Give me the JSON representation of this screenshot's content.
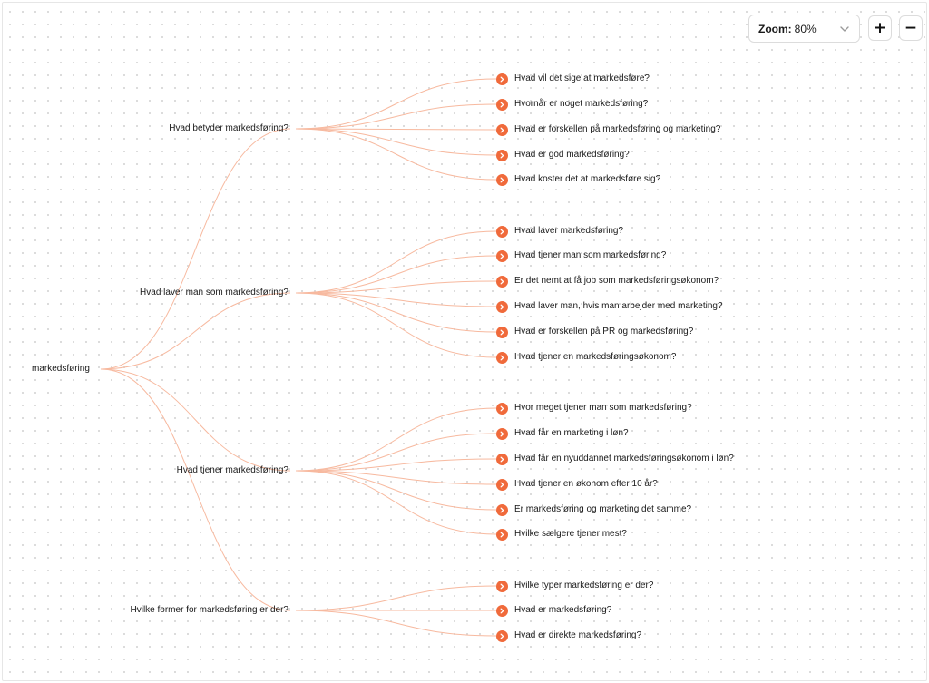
{
  "colors": {
    "accent": "#f06a3b",
    "connector": "#f7b99f"
  },
  "zoom": {
    "label": "Zoom:",
    "value": "80%",
    "increase_symbol": "+",
    "decrease_symbol": "−"
  },
  "tree": {
    "root": "markedsføring",
    "categories": [
      {
        "label": "Hvad betyder markedsføring?",
        "questions": [
          "Hvad vil det sige at markedsføre?",
          "Hvornår er noget markedsføring?",
          "Hvad er forskellen på markedsføring og marketing?",
          "Hvad er god markedsføring?",
          "Hvad koster det at markedsføre sig?"
        ]
      },
      {
        "label": "Hvad laver man som markedsføring?",
        "questions": [
          "Hvad laver markedsføring?",
          "Hvad tjener man som markedsføring?",
          "Er det nemt at få job som markedsføringsøkonom?",
          "Hvad laver man, hvis man arbejder med marketing?",
          "Hvad er forskellen på PR og markedsføring?",
          "Hvad tjener en markedsføringsøkonom?"
        ]
      },
      {
        "label": "Hvad tjener markedsføring?",
        "questions": [
          "Hvor meget tjener man som markedsføring?",
          "Hvad får en marketing i løn?",
          "Hvad får en nyuddannet markedsføringsøkonom i løn?",
          "Hvad tjener en økonom efter 10 år?",
          "Er markedsføring og marketing det samme?",
          "Hvilke sælgere tjener mest?"
        ]
      },
      {
        "label": "Hvilke former for markedsføring er der?",
        "questions": [
          "Hvilke typer markedsføring er der?",
          "Hvad er markedsføring?",
          "Hvad er direkte markedsføring?"
        ]
      }
    ]
  }
}
